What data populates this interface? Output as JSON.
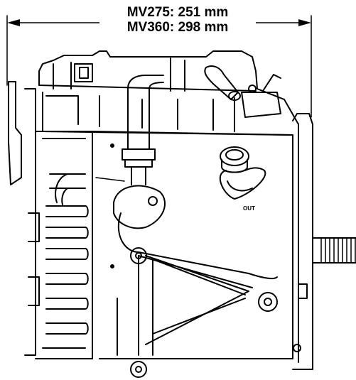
{
  "dimension": {
    "line1": "MV275: 251 mm",
    "line2": "MV360: 298 mm"
  },
  "labels": {
    "outlet": "OUT"
  }
}
